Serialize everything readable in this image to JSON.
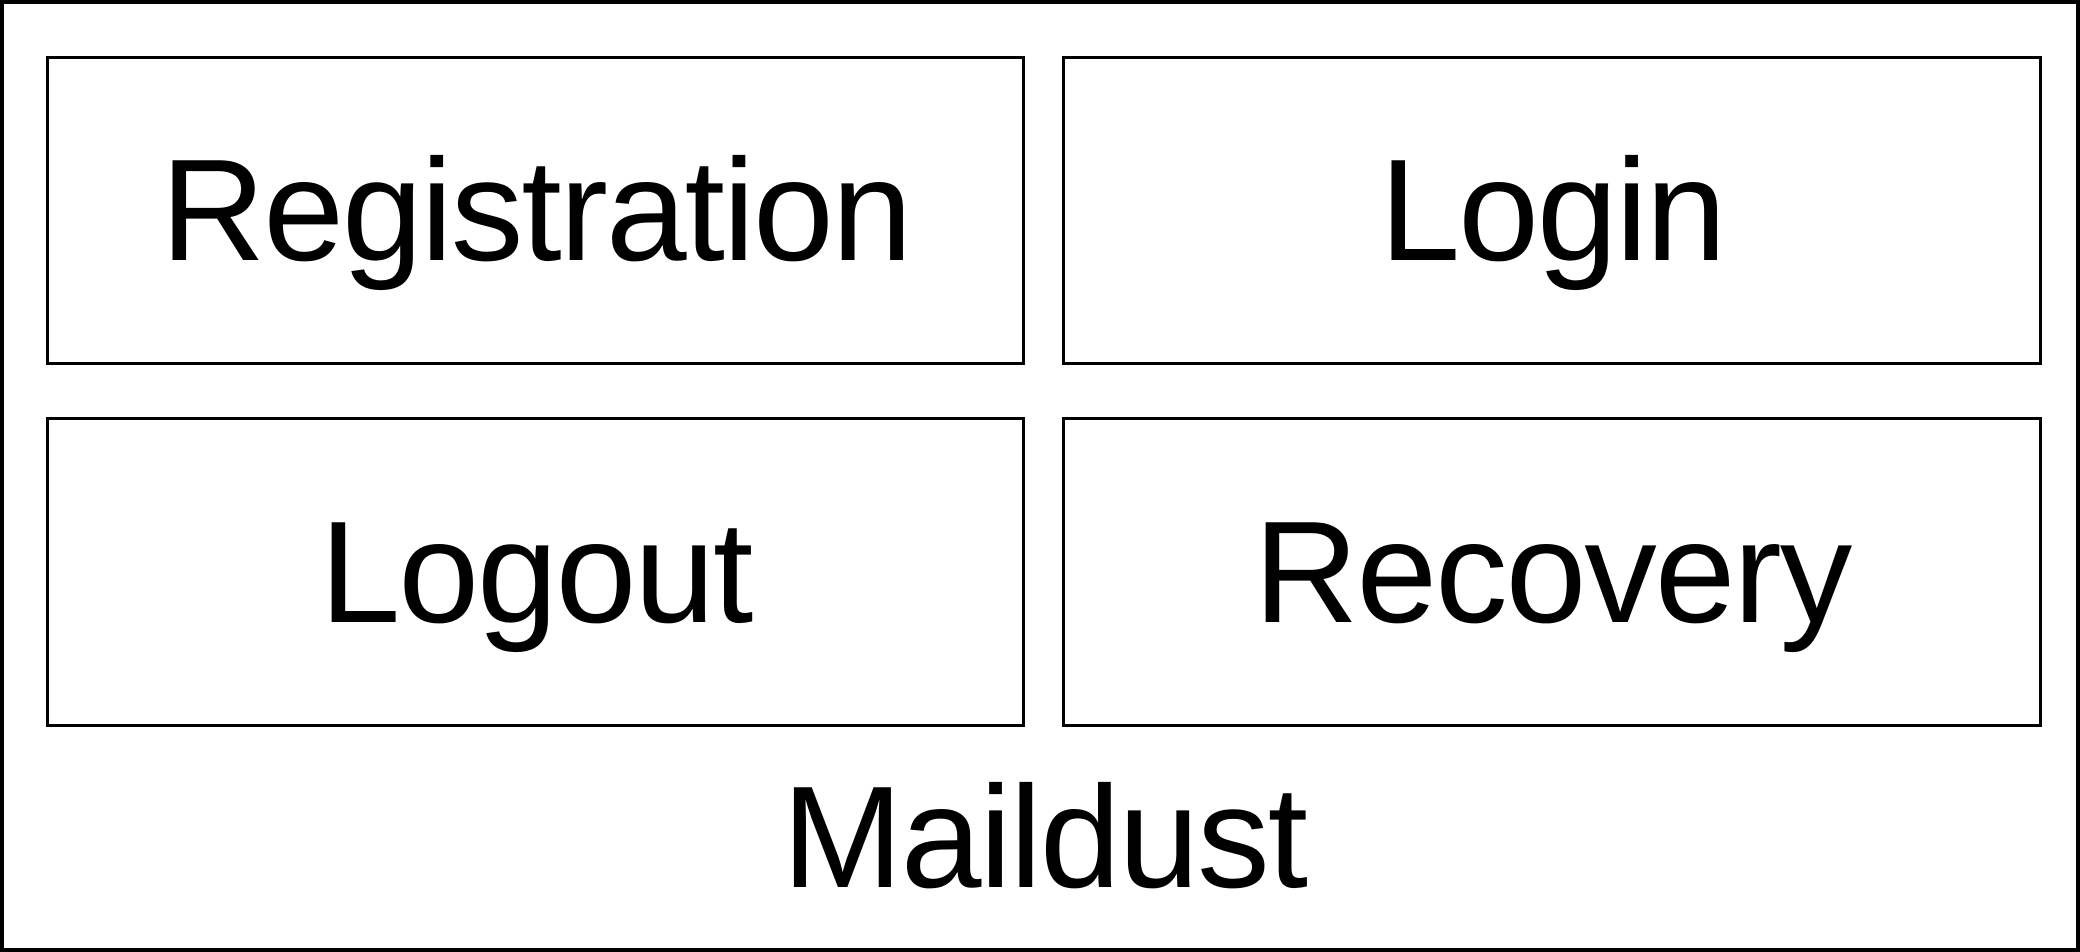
{
  "site": {
    "title": "Maildust"
  },
  "nav": {
    "items": [
      {
        "id": "registration",
        "label": "Registration"
      },
      {
        "id": "login",
        "label": "Login"
      },
      {
        "id": "logout",
        "label": "Logout"
      },
      {
        "id": "recovery",
        "label": "Recovery"
      }
    ]
  },
  "colors": {
    "background": "#ffffff",
    "border": "#000000",
    "text": "#000000"
  }
}
